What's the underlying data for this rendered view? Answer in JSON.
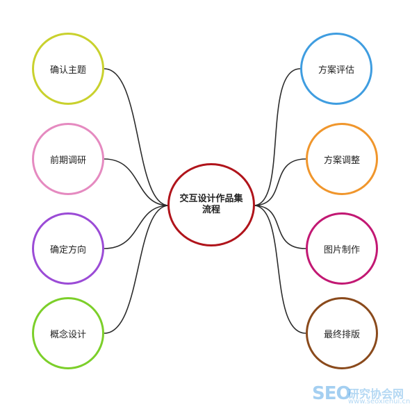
{
  "center": {
    "label": "交互设计作品集流程",
    "color": "#b0141b"
  },
  "left_nodes": [
    {
      "label": "确认主题",
      "color": "#c9d12d"
    },
    {
      "label": "前期调研",
      "color": "#e58ac0"
    },
    {
      "label": "确定方向",
      "color": "#9b4bd6"
    },
    {
      "label": "概念设计",
      "color": "#7ccf2a"
    }
  ],
  "right_nodes": [
    {
      "label": "方案评估",
      "color": "#3f9de0"
    },
    {
      "label": "方案调整",
      "color": "#f0962c"
    },
    {
      "label": "图片制作",
      "color": "#c21873"
    },
    {
      "label": "最终排版",
      "color": "#8a4a1c"
    }
  ],
  "connector_color": "#2b2b2b",
  "watermark": {
    "brand": "SEO",
    "name": "研究协会网",
    "url": "www.seoxiehui.cn"
  }
}
